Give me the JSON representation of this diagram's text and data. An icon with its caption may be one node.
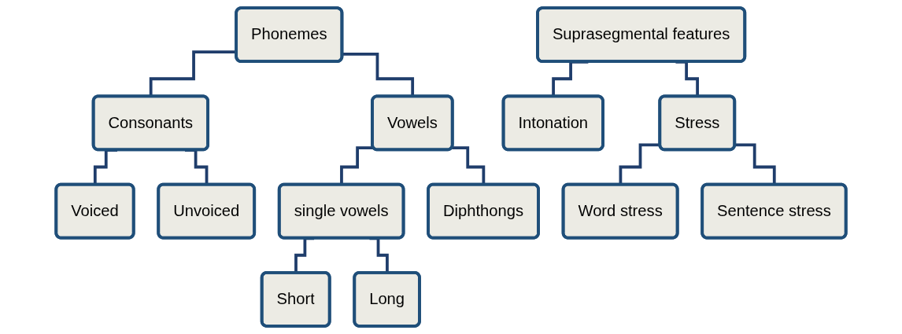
{
  "diagram": {
    "nodes": [
      {
        "text": [
          "Phonemes"
        ]
      },
      {
        "text": [
          "Consonants"
        ]
      },
      {
        "text": [
          "Vowels"
        ]
      },
      {
        "text": [
          "Voiced"
        ]
      },
      {
        "text": [
          "Unvoiced"
        ]
      },
      {
        "text": [
          "single vowels"
        ]
      },
      {
        "text": [
          "Diphthongs"
        ]
      },
      {
        "text": [
          "Short"
        ]
      },
      {
        "text": [
          "Long"
        ]
      },
      {
        "text": [
          "Suprasegmental features"
        ]
      },
      {
        "text": [
          "Intonation"
        ]
      },
      {
        "text": [
          "Stress"
        ]
      },
      {
        "text": [
          "Word stress"
        ]
      },
      {
        "text": [
          "Sentence stress"
        ]
      }
    ],
    "edges": [
      {
        "from": 0,
        "to": 1,
        "arrow": "none"
      },
      {
        "from": 0,
        "to": 2,
        "arrow": "none"
      },
      {
        "from": 1,
        "to": 3,
        "arrow": "none"
      },
      {
        "from": 1,
        "to": 4,
        "arrow": "none"
      },
      {
        "from": 2,
        "to": 5,
        "arrow": "none"
      },
      {
        "from": 2,
        "to": 6,
        "arrow": "none"
      },
      {
        "from": 5,
        "to": 7,
        "arrow": "none"
      },
      {
        "from": 5,
        "to": 8,
        "arrow": "none"
      },
      {
        "from": 9,
        "to": 10,
        "arrow": "none"
      },
      {
        "from": 9,
        "to": 11,
        "arrow": "none"
      },
      {
        "from": 11,
        "to": 12,
        "arrow": "none"
      },
      {
        "from": 11,
        "to": 13,
        "arrow": "none"
      }
    ]
  }
}
